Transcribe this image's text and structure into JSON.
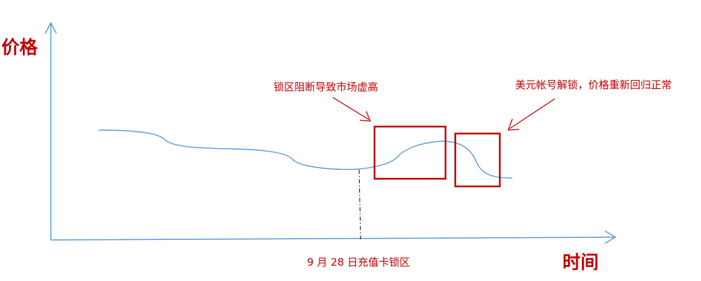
{
  "axis": {
    "y_title": "价格",
    "x_title": "时间"
  },
  "annotations": {
    "lock_zone": "锁区阻断导致市场虚高",
    "unlock": "美元帐号解锁，价格重新回归正常"
  },
  "event": {
    "date_label": "9 月 28 日充值卡锁区"
  },
  "colors": {
    "axis": "#5b9bd5",
    "curve": "#5b9bd5",
    "highlight": "#c00000",
    "marker": "#000000"
  }
}
